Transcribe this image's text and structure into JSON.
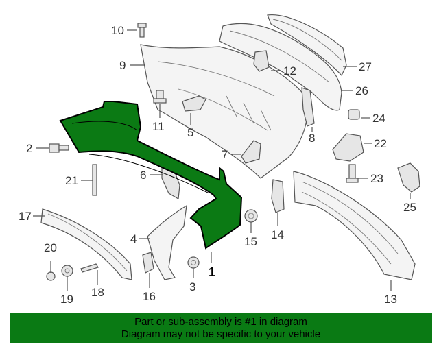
{
  "labels": {
    "p1": "1",
    "p2": "2",
    "p3": "3",
    "p4": "4",
    "p5": "5",
    "p6": "6",
    "p7": "7",
    "p8": "8",
    "p9": "9",
    "p10": "10",
    "p11": "11",
    "p12": "12",
    "p13": "13",
    "p14": "14",
    "p15": "15",
    "p16": "16",
    "p17": "17",
    "p18": "18",
    "p19": "19",
    "p20": "20",
    "p21": "21",
    "p22": "22",
    "p23": "23",
    "p24": "24",
    "p25": "25",
    "p26": "26",
    "p27": "27"
  },
  "banner": {
    "line1": "Part or sub-assembly is #1 in diagram",
    "line2": "Diagram may not be specific to your vehicle"
  },
  "colors": {
    "highlight": "#0b7a14",
    "banner": "#0a7a14"
  }
}
